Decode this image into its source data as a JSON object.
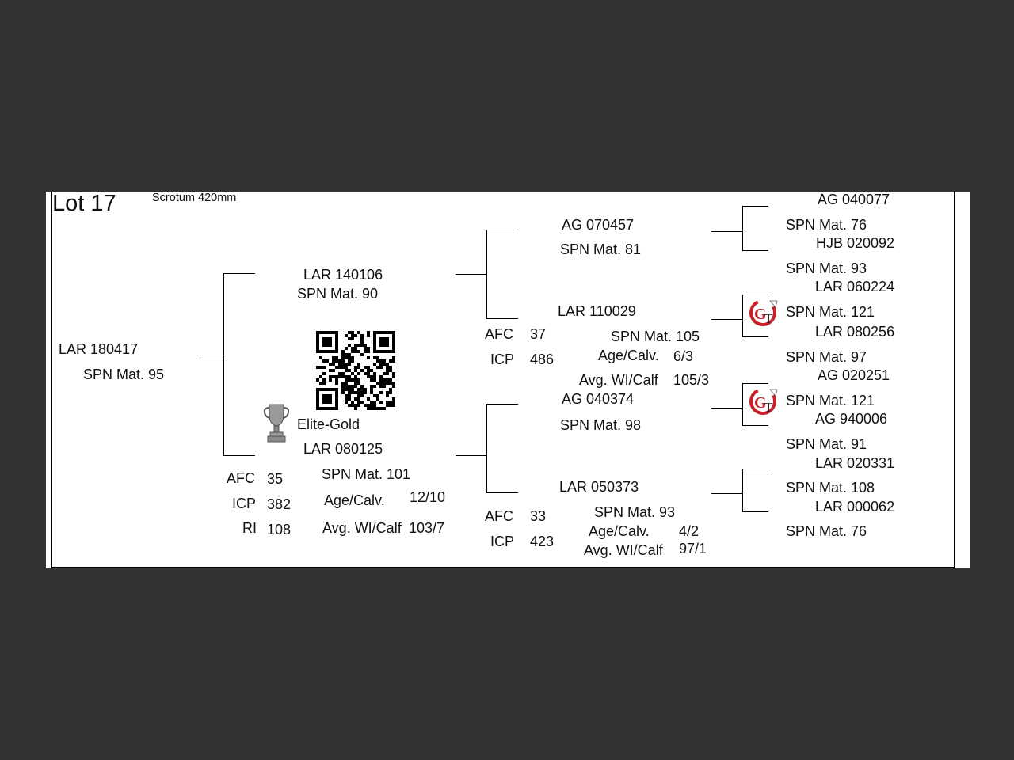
{
  "lot": {
    "label": "Lot 17",
    "scrotum": "Scrotum 420mm"
  },
  "subject": {
    "id": "LAR 180417",
    "spn": "SPN Mat. 95"
  },
  "sire": {
    "id": "LAR 140106",
    "spn": "SPN Mat. 90"
  },
  "dam": {
    "award": "Elite-Gold",
    "id": "LAR 080125",
    "spn": "SPN Mat. 101",
    "afc_label": "AFC",
    "afc": "35",
    "icp_label": "ICP",
    "icp": "382",
    "ri_label": "RI",
    "ri": "108",
    "age_label": "Age/Calv.",
    "age": "12/10",
    "wi_label": "Avg. WI/Calf",
    "wi": "103/7"
  },
  "ss": {
    "id": "AG  070457",
    "spn": "SPN Mat. 81"
  },
  "sd": {
    "id": "LAR 110029",
    "afc_label": "AFC",
    "afc": "37",
    "icp_label": "ICP",
    "icp": "486",
    "spn": "SPN Mat. 105",
    "age_label": "Age/Calv.",
    "age": "6/3",
    "wi_label": "Avg. WI/Calf",
    "wi": "105/3"
  },
  "ds": {
    "id": "AG  040374",
    "spn": "SPN Mat. 98"
  },
  "dd": {
    "id": "LAR 050373",
    "afc_label": "AFC",
    "afc": "33",
    "icp_label": "ICP",
    "icp": "423",
    "spn": "SPN Mat. 93",
    "age_label": "Age/Calv.",
    "age": "4/2",
    "wi_label": "Avg. WI/Calf",
    "wi": "97/1"
  },
  "gen3": [
    {
      "id": "AG  040077",
      "spn": "SPN Mat. 76"
    },
    {
      "id": "HJB 020092",
      "spn": "SPN Mat. 93"
    },
    {
      "id": "LAR 060224",
      "spn": "SPN Mat. 121"
    },
    {
      "id": "LAR 080256",
      "spn": "SPN Mat. 97"
    },
    {
      "id": "AG  020251",
      "spn": "SPN Mat. 121"
    },
    {
      "id": "AG  940006",
      "spn": "SPN Mat. 91"
    },
    {
      "id": "LAR 020331",
      "spn": "SPN Mat. 108"
    },
    {
      "id": "LAR 000062",
      "spn": "SPN Mat. 76"
    }
  ],
  "logo": {
    "letters": "GT",
    "color": "#c8202a"
  },
  "icons": {
    "trophy": "trophy-icon",
    "qr": "qr-code-icon",
    "logo": "gt-logo-icon"
  }
}
